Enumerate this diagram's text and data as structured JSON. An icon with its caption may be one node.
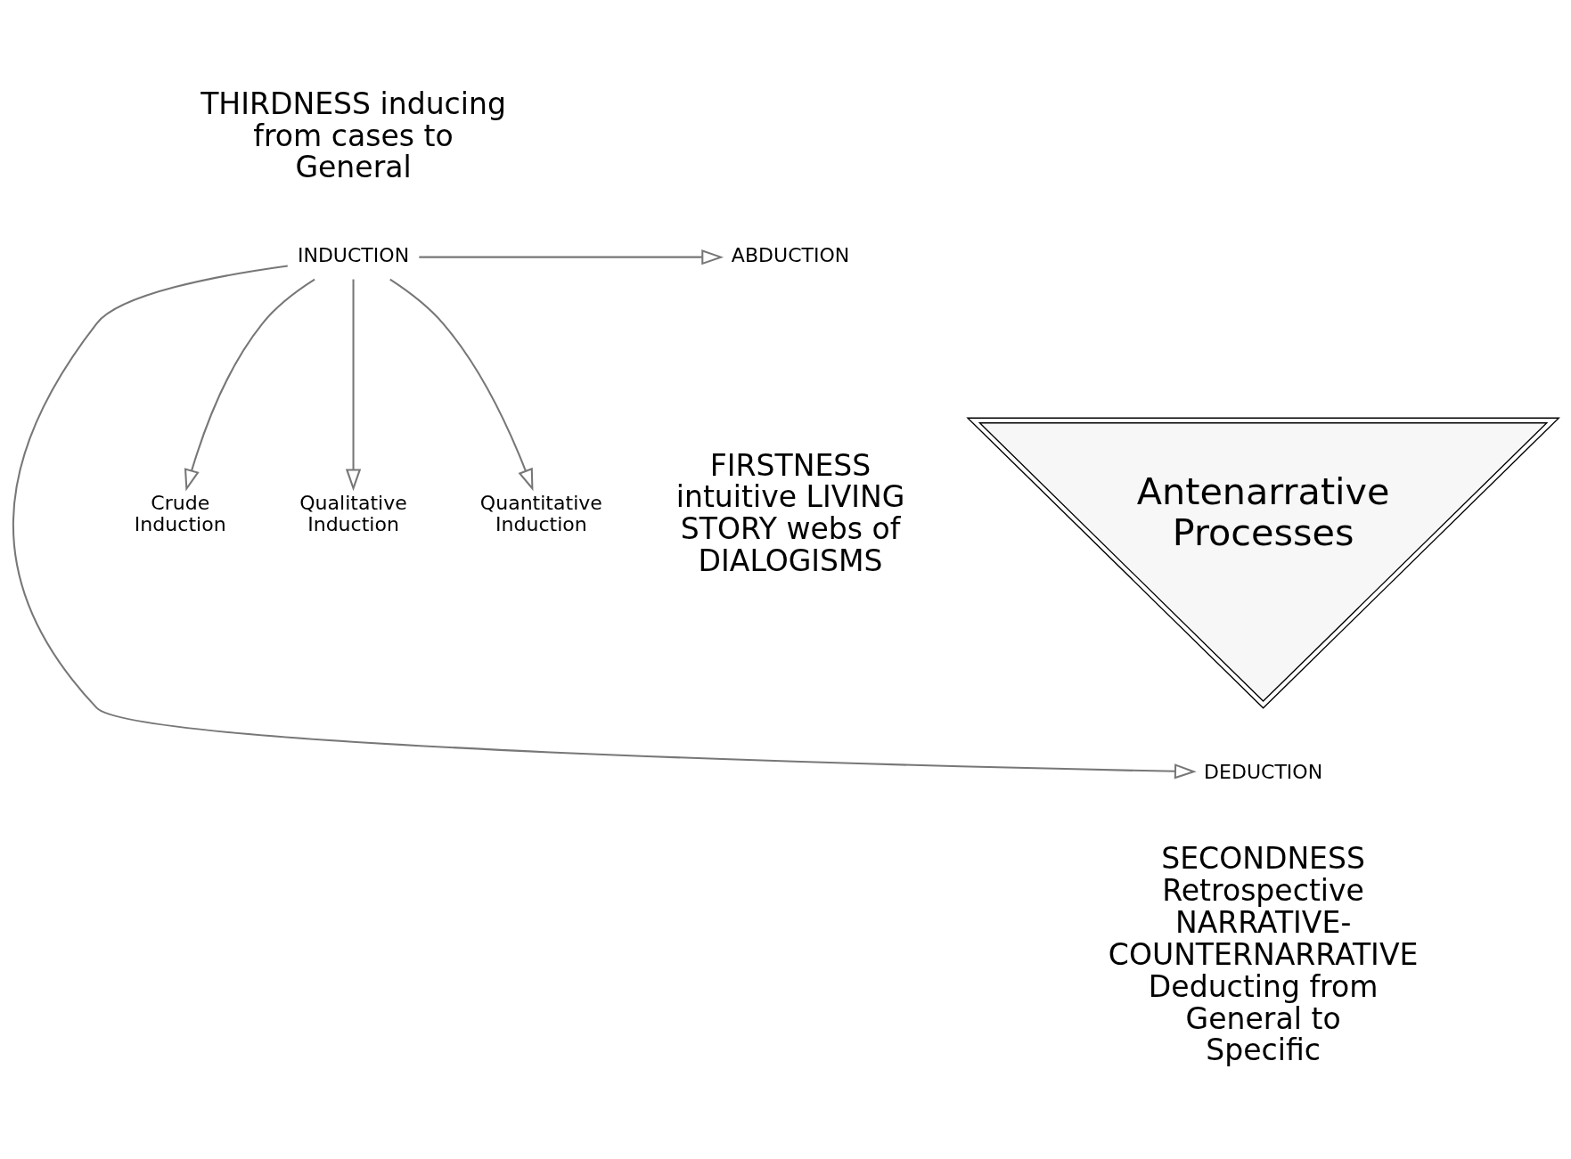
{
  "diagram": {
    "nodes": [
      {
        "text": [
          "Antenarrative Processes"
        ]
      },
      {
        "text": [
          "ABDUCTION"
        ]
      },
      {
        "text": [
          "INDUCTION"
        ]
      },
      {
        "text": [
          "DEDUCTION"
        ]
      },
      {
        "text": [
          "Crude Induction"
        ]
      },
      {
        "text": [
          "Qualitative Induction"
        ]
      },
      {
        "text": [
          "Quantitative Induction"
        ]
      }
    ],
    "edges": [
      {
        "from": 2,
        "to": 1,
        "arrow": "to"
      },
      {
        "from": 2,
        "to": 4,
        "arrow": "to"
      },
      {
        "from": 2,
        "to": 5,
        "arrow": "to"
      },
      {
        "from": 2,
        "to": 6,
        "arrow": "to"
      },
      {
        "from": 2,
        "to": 3,
        "arrow": "to"
      }
    ],
    "labels": [
      "THIRDNESS inducing from cases to General",
      "FIRSTNESS intuitive LIVING STORY webs of DIALOGISMS",
      "SECONDNESS Retrospective NARRATIVE-COUNTERNARRATIVE Deducting from General to Specific"
    ]
  }
}
